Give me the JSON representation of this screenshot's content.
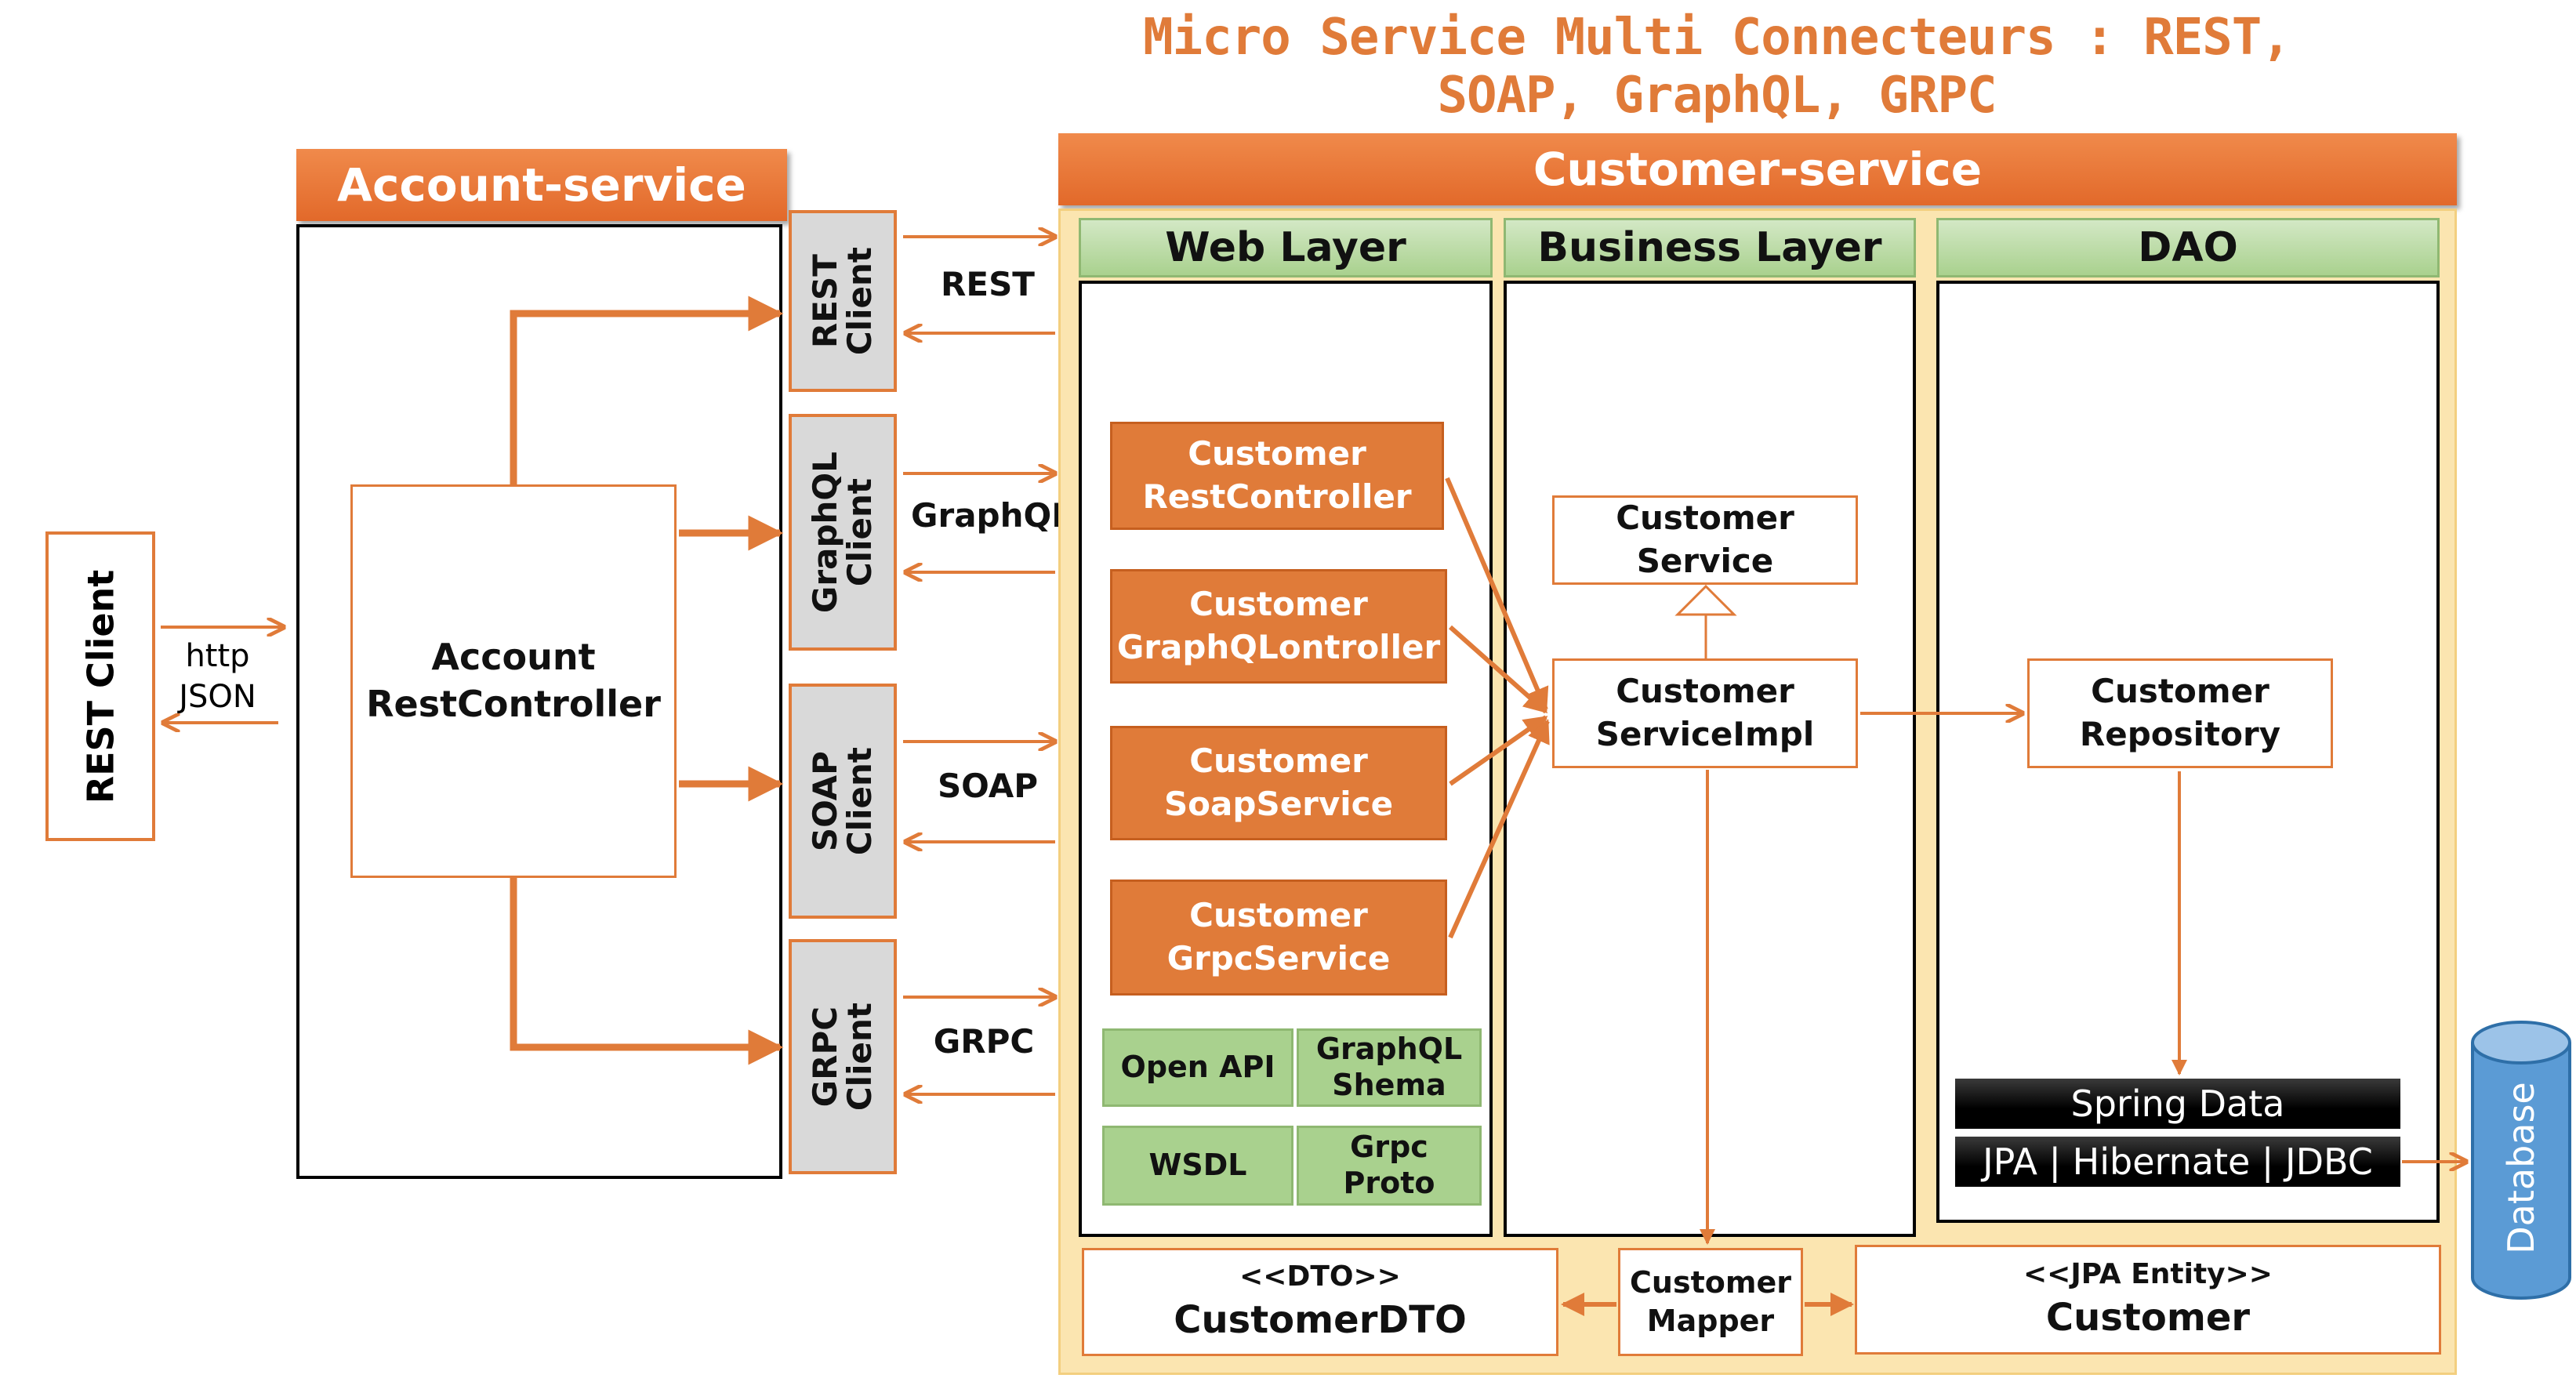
{
  "title": "Micro Service Multi Connecteurs : REST, SOAP, GraphQL, GRPC",
  "rest_client": {
    "label": "REST Client",
    "link_label": "http\nJSON"
  },
  "account_service": {
    "header": "Account-service",
    "controller": "Account\nRestController"
  },
  "clients": {
    "rest": "REST\nClient",
    "graphql": "GraphQL\nClient",
    "soap": "SOAP\nClient",
    "grpc": "GRPC\nClient"
  },
  "protocols": {
    "rest": "REST",
    "graphql": "GraphQL",
    "soap": "SOAP",
    "grpc": "GRPC"
  },
  "customer_service": {
    "header": "Customer-service",
    "web_layer": {
      "header": "Web Layer",
      "components": [
        "Customer\nRestController",
        "Customer\nGraphQLontroller",
        "Customer\nSoapService",
        "Customer\nGrpcService"
      ],
      "specs": [
        "Open API",
        "GraphQL\nShema",
        "WSDL",
        "Grpc\nProto"
      ]
    },
    "business_layer": {
      "header": "Business Layer",
      "interface": "Customer\nService",
      "impl": "Customer\nServiceImpl"
    },
    "dao": {
      "header": "DAO",
      "repository": "Customer\nRepository",
      "spring_data": "Spring Data",
      "jpa": "JPA | Hibernate | JDBC"
    },
    "dto": {
      "stereotype": "<<DTO>>",
      "name": "CustomerDTO"
    },
    "mapper": "Customer\nMapper",
    "entity": {
      "stereotype": "<<JPA Entity>>",
      "name": "Customer"
    }
  },
  "database": "Database",
  "colors": {
    "accent": "#e07b39",
    "green": "#a9d18e",
    "panel": "#fbe5b0",
    "database": "#5b9bd5"
  }
}
